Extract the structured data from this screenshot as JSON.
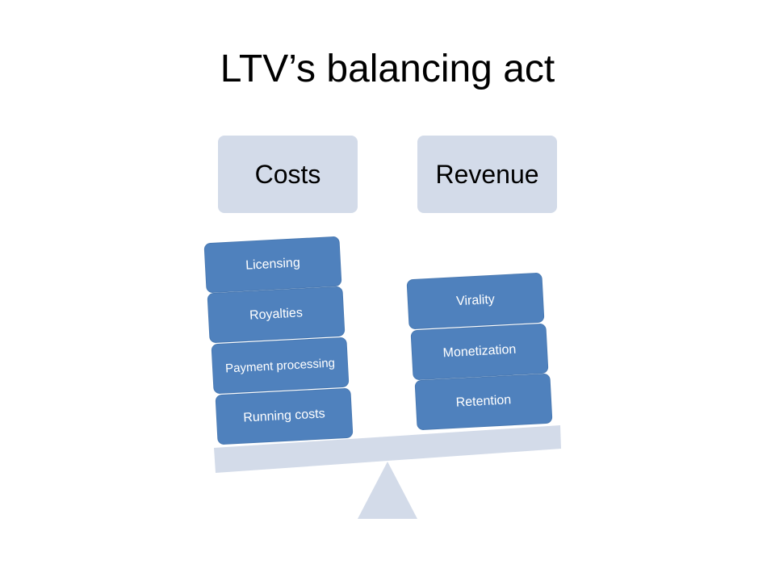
{
  "title": "LTV’s balancing act",
  "headers": {
    "costs": "Costs",
    "revenue": "Revenue"
  },
  "costs": [
    "Licensing",
    "Royalties",
    "Payment processing",
    "Running costs"
  ],
  "revenue": [
    "Virality",
    "Monetization",
    "Retention"
  ],
  "colors": {
    "block": "#4f81bd",
    "header": "#d3dbe9",
    "scale": "#d3dbe9"
  }
}
